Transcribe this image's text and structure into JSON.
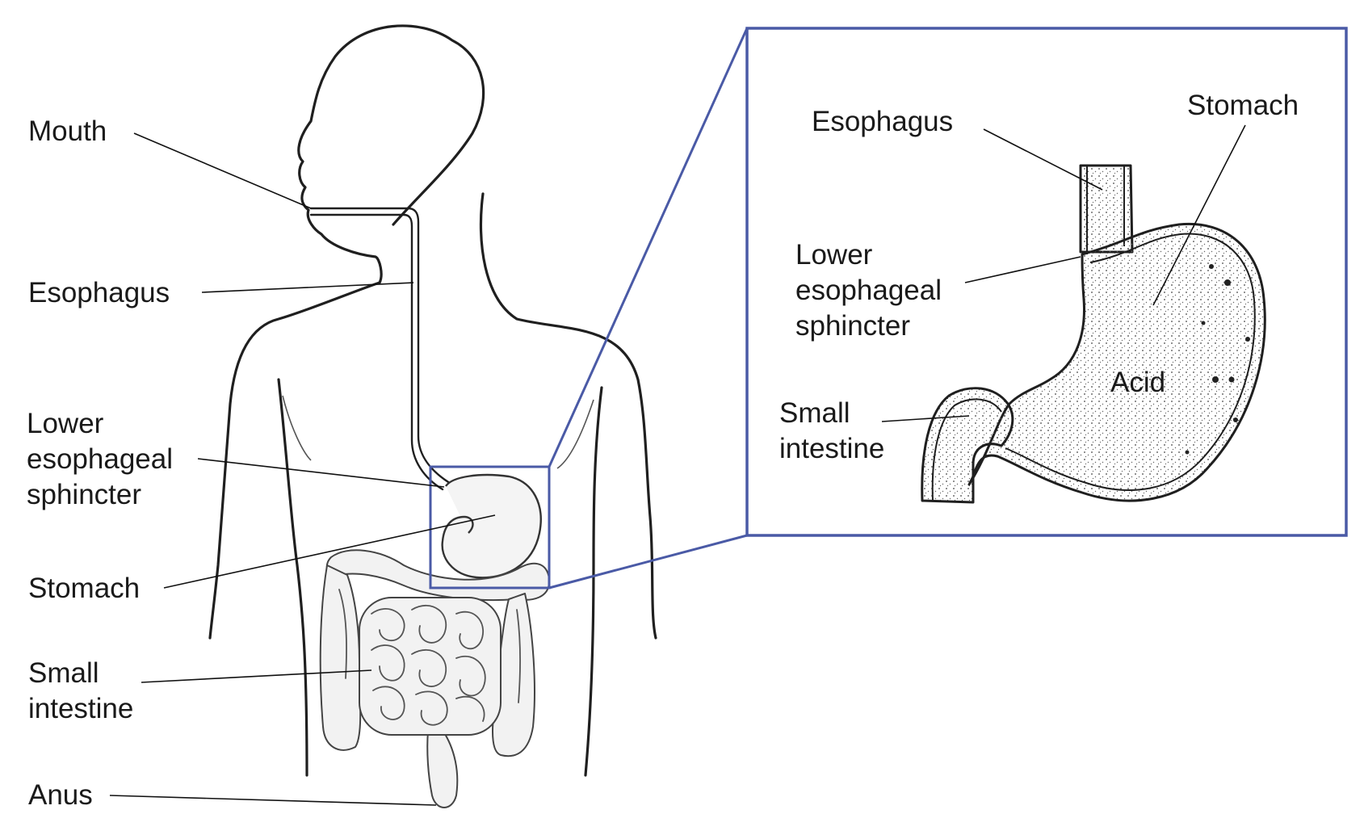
{
  "colors": {
    "frame": "#4a5aa6",
    "ink": "#1a1a1a"
  },
  "labels": {
    "mouth": "Mouth",
    "esophagus": "Esophagus",
    "les": [
      "Lower",
      "esophageal",
      "sphincter"
    ],
    "stomach": "Stomach",
    "small_intestine": [
      "Small",
      "intestine"
    ],
    "anus": "Anus"
  },
  "inset": {
    "esophagus": "Esophagus",
    "stomach": "Stomach",
    "les": [
      "Lower",
      "esophageal",
      "sphincter"
    ],
    "small_intestine": [
      "Small",
      "intestine"
    ],
    "acid": "Acid"
  }
}
